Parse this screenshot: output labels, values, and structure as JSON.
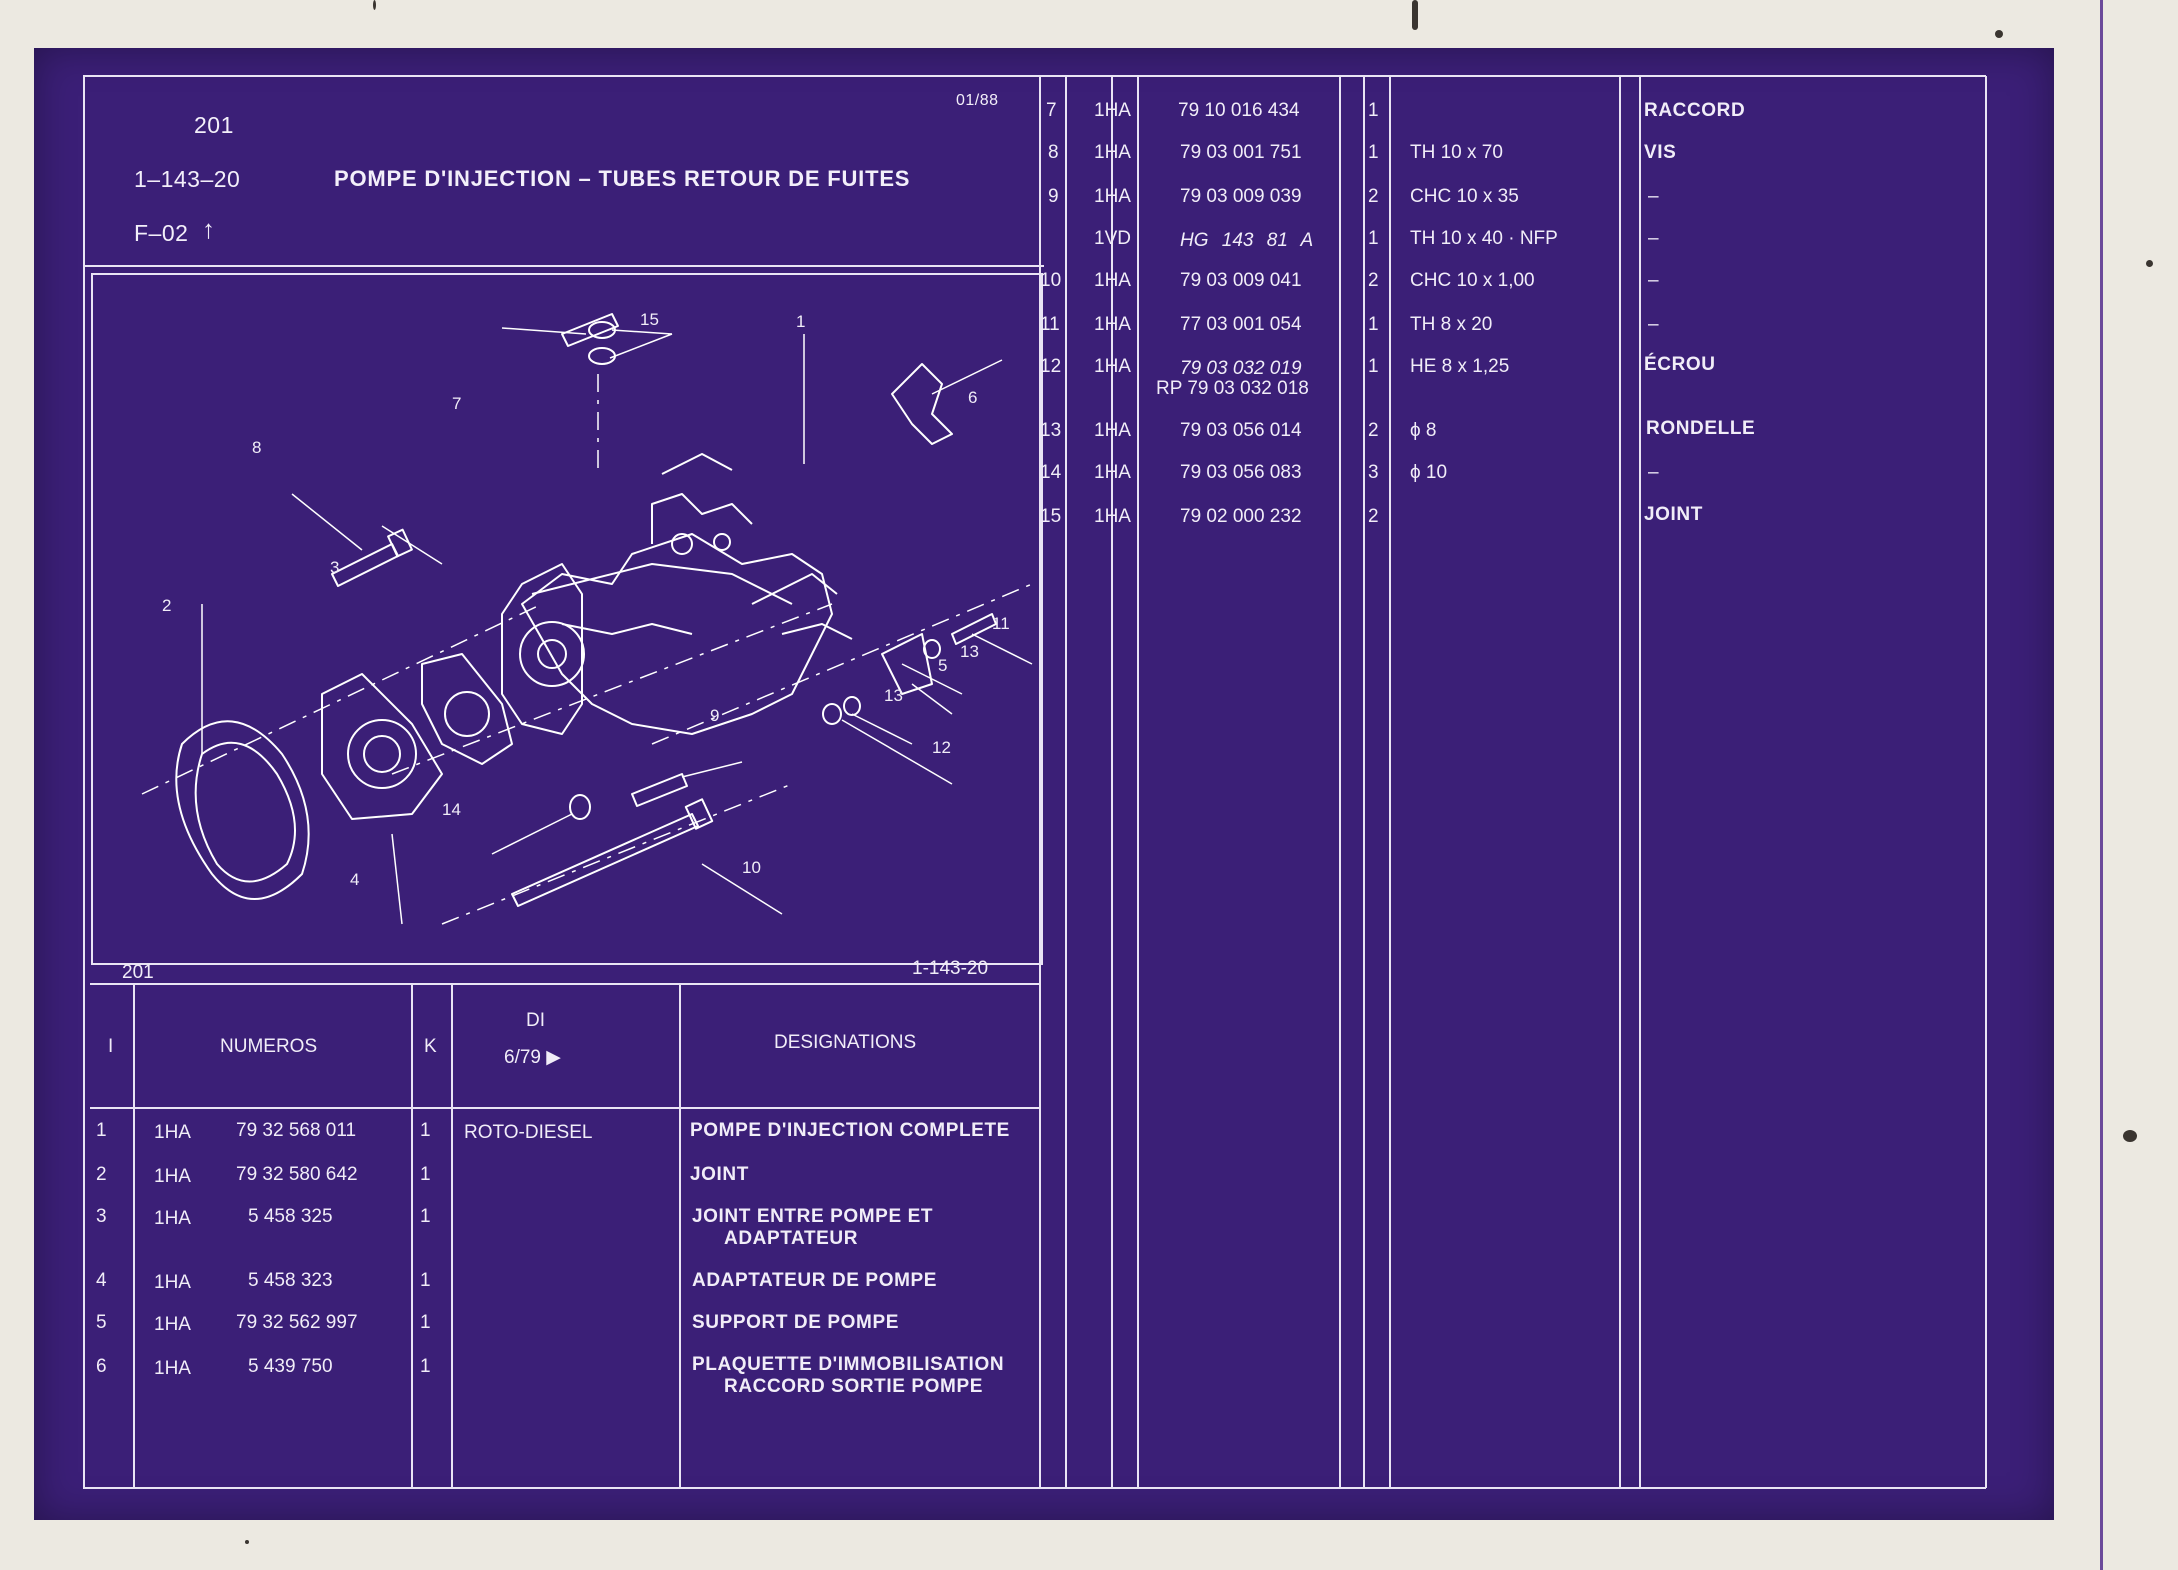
{
  "header": {
    "page": "201",
    "ref": "1–143–20",
    "title": "POMPE D'INJECTION – TUBES RETOUR DE FUITES",
    "variant": "F–02",
    "date": "01/88"
  },
  "drawing": {
    "footer_left": "201",
    "footer_right": "1-143-20",
    "callouts": [
      "1",
      "2",
      "3",
      "4",
      "5",
      "6",
      "7",
      "8",
      "9",
      "10",
      "11",
      "12",
      "13",
      "13",
      "14",
      "15"
    ]
  },
  "left_table": {
    "col_i": "I",
    "col_numeros": "NUMEROS",
    "col_k": "K",
    "col_di": "DI",
    "col_di_sub": "6/79 ▶",
    "col_designations": "DESIGNATIONS",
    "rows": [
      {
        "i": "1",
        "code": "1HA",
        "num": "79 32 568 011",
        "k": "1",
        "di": "ROTO-DIESEL",
        "des": "POMPE D'INJECTION COMPLETE",
        "des2": ""
      },
      {
        "i": "2",
        "code": "1HA",
        "num": "79 32 580 642",
        "k": "1",
        "di": "",
        "des": "JOINT",
        "des2": ""
      },
      {
        "i": "3",
        "code": "1HA",
        "num": "5 458 325",
        "k": "1",
        "di": "",
        "des": "JOINT ENTRE POMPE ET",
        "des2": "ADAPTATEUR"
      },
      {
        "i": "4",
        "code": "1HA",
        "num": "5 458 323",
        "k": "1",
        "di": "",
        "des": "ADAPTATEUR DE POMPE",
        "des2": ""
      },
      {
        "i": "5",
        "code": "1HA",
        "num": "79 32 562 997",
        "k": "1",
        "di": "",
        "des": "SUPPORT DE POMPE",
        "des2": ""
      },
      {
        "i": "6",
        "code": "1HA",
        "num": "5 439 750",
        "k": "1",
        "di": "",
        "des": "PLAQUETTE D'IMMOBILISATION",
        "des2": "RACCORD SORTIE POMPE"
      }
    ]
  },
  "right_table": {
    "rows": [
      {
        "i": "7",
        "code": "1HA",
        "num": "79 10 016 434",
        "num2": "",
        "k": "1",
        "di": "",
        "des": "RACCORD"
      },
      {
        "i": "8",
        "code": "1HA",
        "num": "79 03 001 751",
        "num2": "",
        "k": "1",
        "di": "TH 10 x 70",
        "des": "VIS"
      },
      {
        "i": "9",
        "code": "1HA",
        "num": "79 03 009 039",
        "num2": "",
        "k": "2",
        "di": "CHC 10 x 35",
        "des": "–"
      },
      {
        "i": "",
        "code": "1VD",
        "num": "HG 143 81 A",
        "num2": "",
        "k": "1",
        "di": "TH 10 x 40 · NFP",
        "des": "–"
      },
      {
        "i": "10",
        "code": "1HA",
        "num": "79 03 009 041",
        "num2": "",
        "k": "2",
        "di": "CHC 10 x 1,00",
        "des": "–"
      },
      {
        "i": "11",
        "code": "1HA",
        "num": "77 03 001 054",
        "num2": "",
        "k": "1",
        "di": "TH 8 x 20",
        "des": "–"
      },
      {
        "i": "12",
        "code": "1HA",
        "num": "79 03 032 019",
        "num2": "RP 79 03 032 018",
        "k": "1",
        "di": "HE 8 x 1,25",
        "des": "ÉCROU"
      },
      {
        "i": "13",
        "code": "1HA",
        "num": "79 03 056 014",
        "num2": "",
        "k": "2",
        "di": "ϕ 8",
        "des": "RONDELLE"
      },
      {
        "i": "14",
        "code": "1HA",
        "num": "79 03 056 083",
        "num2": "",
        "k": "3",
        "di": "ϕ 10",
        "des": "–"
      },
      {
        "i": "15",
        "code": "1HA",
        "num": "79 02 000 232",
        "num2": "",
        "k": "2",
        "di": "",
        "des": "JOINT"
      }
    ]
  },
  "colors": {
    "sheet": "#3b1f77",
    "ink": "#f1edf8",
    "paper": "#ece9e1"
  }
}
